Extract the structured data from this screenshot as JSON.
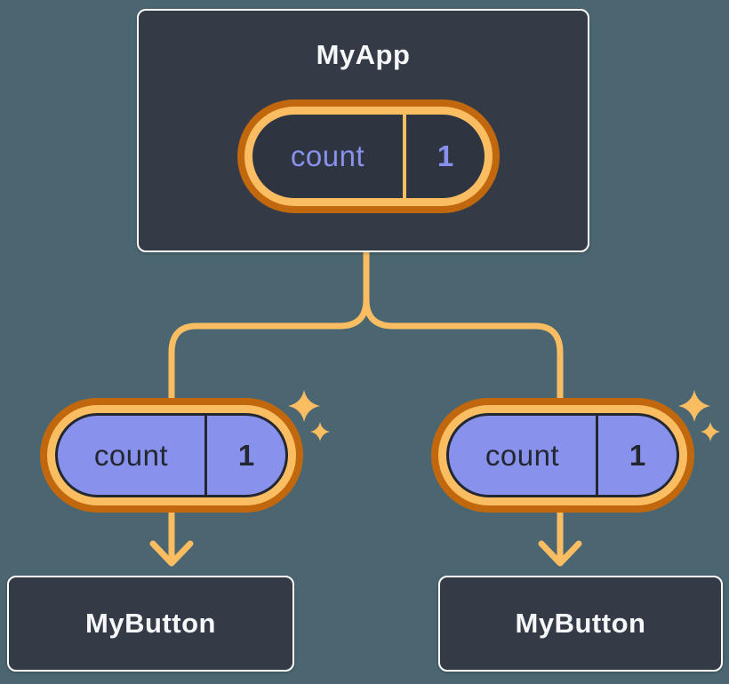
{
  "tree": {
    "root": {
      "label": "MyApp",
      "state": {
        "name": "count",
        "value": "1"
      }
    },
    "children": [
      {
        "label": "MyButton",
        "prop": {
          "name": "count",
          "value": "1"
        }
      },
      {
        "label": "MyButton",
        "prop": {
          "name": "count",
          "value": "1"
        }
      }
    ]
  },
  "colors": {
    "background": "#4B6670",
    "node_fill": "#343B47",
    "node_border": "#FFFFFF",
    "node_text": "#F6F7F9",
    "pill_ring_outer": "#C1680E",
    "pill_ring_inner": "#FABD62",
    "state_pill_fill": "#2E3440",
    "state_pill_text": "#8891EC",
    "prop_pill_fill": "#8891EC",
    "prop_pill_text": "#23272F",
    "connector": "#FABD62",
    "sparkle": "#FABD62"
  }
}
